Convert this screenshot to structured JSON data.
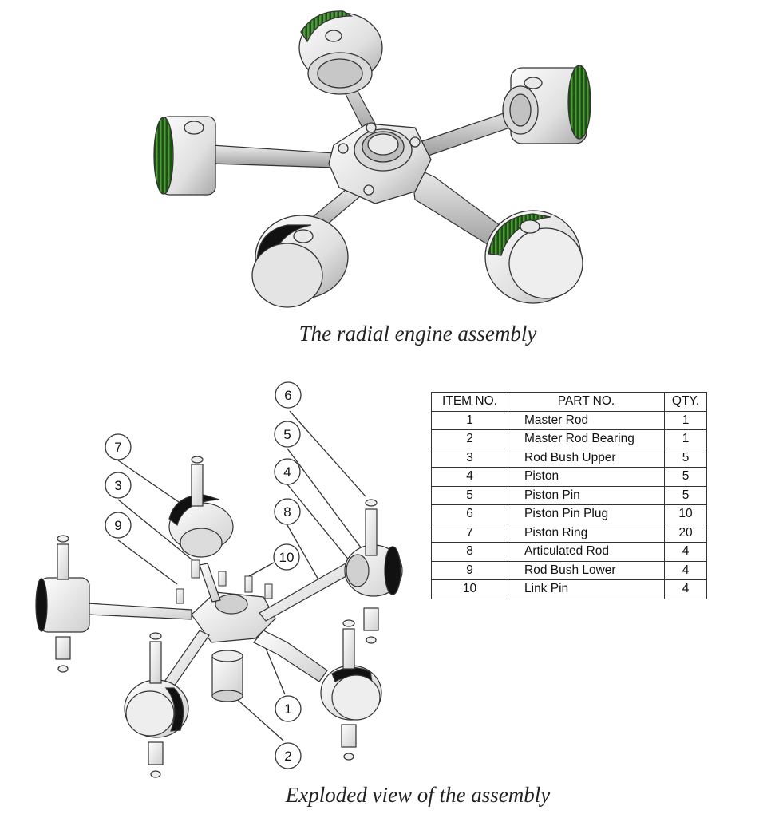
{
  "captions": {
    "assembly": "The radial engine assembly",
    "exploded": "Exploded view of the assembly"
  },
  "bom": {
    "headers": [
      "ITEM NO.",
      "PART NO.",
      "QTY."
    ],
    "rows": [
      {
        "item": "1",
        "part": "Master Rod",
        "qty": "1"
      },
      {
        "item": "2",
        "part": "Master Rod Bearing",
        "qty": "1"
      },
      {
        "item": "3",
        "part": "Rod Bush Upper",
        "qty": "5"
      },
      {
        "item": "4",
        "part": "Piston",
        "qty": "5"
      },
      {
        "item": "5",
        "part": "Piston Pin",
        "qty": "5"
      },
      {
        "item": "6",
        "part": "Piston Pin Plug",
        "qty": "10"
      },
      {
        "item": "7",
        "part": "Piston Ring",
        "qty": "20"
      },
      {
        "item": "8",
        "part": "Articulated Rod",
        "qty": "4"
      },
      {
        "item": "9",
        "part": "Rod Bush Lower",
        "qty": "4"
      },
      {
        "item": "10",
        "part": "Link Pin",
        "qty": "4"
      }
    ]
  },
  "balloons": [
    "1",
    "2",
    "3",
    "4",
    "5",
    "6",
    "7",
    "8",
    "9",
    "10"
  ],
  "colors": {
    "ring": "#3f8a2e",
    "ring_dark": "#1f4e17",
    "metal_light": "#f4f4f4",
    "metal_mid": "#cfcfcf",
    "metal_dark": "#8c8c8c",
    "line": "#333333"
  }
}
